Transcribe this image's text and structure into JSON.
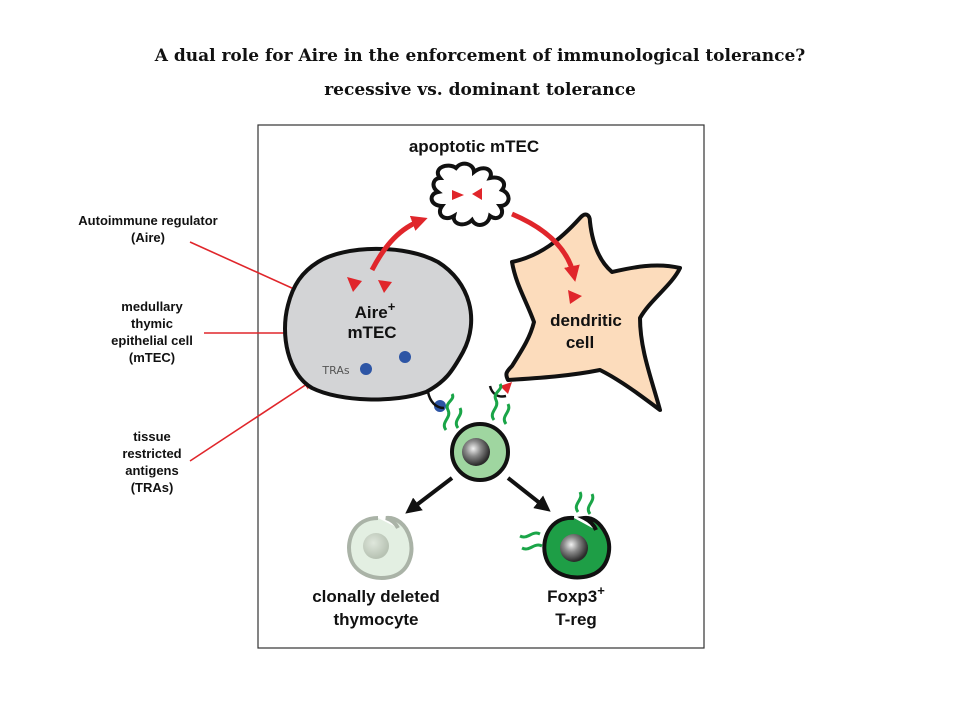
{
  "title": {
    "line1": "A dual role for Aire in the enforcement of immunological tolerance?",
    "line2": "recessive vs. dominant tolerance"
  },
  "side_labels": {
    "aire": [
      "Autoimmune regulator",
      "(Aire)"
    ],
    "mtec": [
      "medullary",
      "thymic",
      "epithelial cell",
      "(mTEC)"
    ],
    "tras": [
      "tissue",
      "restricted",
      "antigens",
      "(TRAs)"
    ]
  },
  "diagram": {
    "apoptotic": "apoptotic mTEC",
    "aire_cell_line1": "Aire",
    "aire_cell_sup": "+",
    "aire_cell_line2": "mTEC",
    "tras_small": "TRAs",
    "dendritic_line1": "dendritic",
    "dendritic_line2": "cell",
    "deleted_line1": "clonally deleted",
    "deleted_line2": "thymocyte",
    "foxp3": "Foxp3",
    "foxp3_sup": "+",
    "treg": "T-reg"
  },
  "colors": {
    "arrow_red": "#e0262b",
    "mtec_fill": "#d3d4d6",
    "dc_fill": "#fcdcbc",
    "tras_blue": "#2d55a5",
    "thymocyte_green": "#9fd6a0",
    "treg_green": "#1e9e46",
    "deleted_fill": "#e3efe2",
    "receptor_green": "#1aa548"
  }
}
